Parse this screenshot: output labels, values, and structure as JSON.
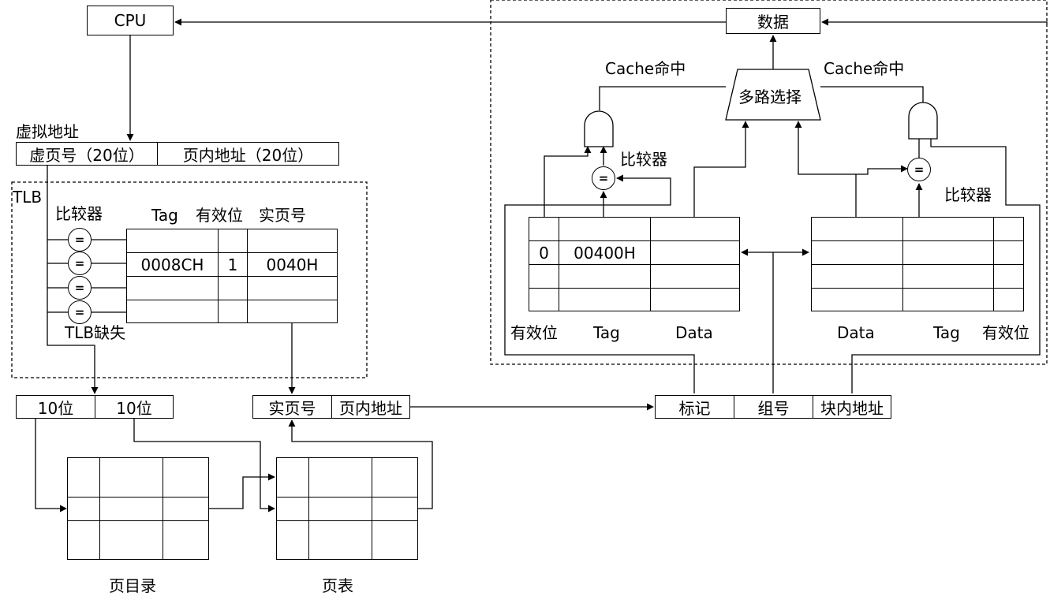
{
  "cpu": {
    "label": "CPU"
  },
  "data_out": {
    "label": "数据"
  },
  "virtual_address": {
    "caption": "虚拟地址",
    "page_number": "虚页号（20位）",
    "offset": "页内地址（20位）"
  },
  "tlb": {
    "label": "TLB",
    "comparator_label": "比较器",
    "comparator_symbol": "=",
    "headers": [
      "Tag",
      "有效位",
      "实页号"
    ],
    "rows": [
      [
        "",
        "",
        ""
      ],
      [
        "0008CH",
        "1",
        "0040H"
      ],
      [
        "",
        "",
        ""
      ],
      [
        "",
        "",
        ""
      ]
    ],
    "miss_label": "TLB缺失"
  },
  "va_split": {
    "high": "10位",
    "low": "10位"
  },
  "physical_address": {
    "page_number": "实页号",
    "offset": "页内地址"
  },
  "page_directory": {
    "label": "页目录"
  },
  "page_table": {
    "label": "页表"
  },
  "cache_address": {
    "tag": "标记",
    "set": "组号",
    "block_offset": "块内地址"
  },
  "cache": {
    "hit_left": "Cache命中",
    "hit_right": "Cache命中",
    "mux_label": "多路选择",
    "comparator_left": "比较器",
    "comparator_right": "比较器",
    "comparator_symbol": "=",
    "left_headers": [
      "有效位",
      "Tag",
      "Data"
    ],
    "right_headers": [
      "Data",
      "Tag",
      "有效位"
    ],
    "left_rows": [
      [
        "",
        "",
        ""
      ],
      [
        "0",
        "00400H",
        ""
      ],
      [
        "",
        "",
        ""
      ],
      [
        "",
        "",
        ""
      ]
    ]
  }
}
